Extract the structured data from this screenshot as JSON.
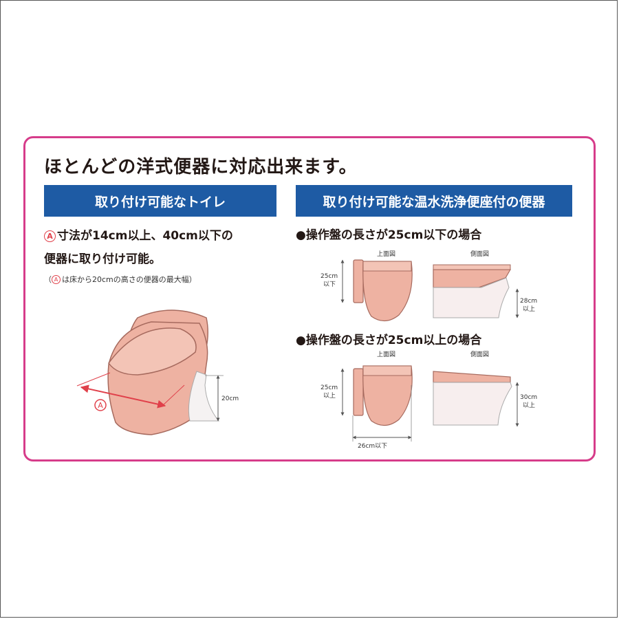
{
  "headline": "ほとんどの洋式便器に対応出来ます。",
  "left": {
    "banner": "取り付け可能なトイレ",
    "line1": "寸法が14cm以上、40cm以下の",
    "line2": "便器に取り付け可能。",
    "note_open": "（",
    "note": "は床から20cmの高さの便器の最大幅）",
    "marker": "A",
    "height_label": "20cm"
  },
  "right": {
    "banner": "取り付け可能な温水洗浄便座付の便器",
    "case1": {
      "title": "●操作盤の長さが25cm以下の場合",
      "top_view": "上面図",
      "side_view": "側面図",
      "len_label": "25cm",
      "len_sub": "以下",
      "height_label": "28cm",
      "height_sub": "以上"
    },
    "case2": {
      "title": "●操作盤の長さが25cm以上の場合",
      "top_view": "上面図",
      "side_view": "側面図",
      "len_label": "25cm",
      "len_sub": "以上",
      "height_label": "30cm",
      "height_sub": "以上",
      "width_label": "26cm以下"
    }
  },
  "colors": {
    "border": "#d63c8a",
    "banner": "#1e5ba4",
    "toilet_fill": "#eeb2a2",
    "toilet_stroke": "#a66a5e",
    "marker_red": "#e0404a"
  }
}
